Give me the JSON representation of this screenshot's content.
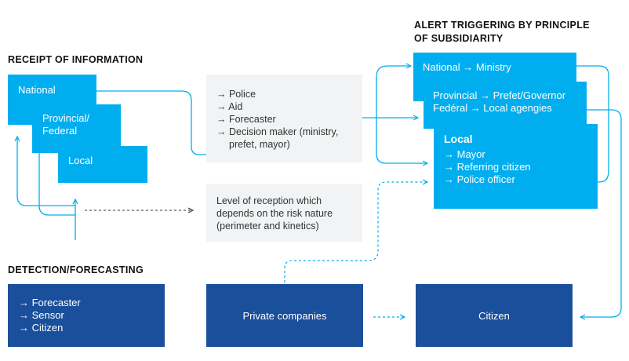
{
  "headings": {
    "receipt": "RECEIPT OF INFORMATION",
    "detection": "DETECTION/FORECASTING",
    "alert_line1": "ALERT TRIGGERING BY PRINCIPLE",
    "alert_line2": "OF SUBSIDIARITY"
  },
  "receipt_levels": {
    "national": "National",
    "provincial_line1": "Provincial/",
    "provincial_line2": "Federal",
    "local": "Local"
  },
  "receivers": {
    "items": [
      "→ Police",
      "→ Aid",
      "→ Forecaster",
      "→ Decision maker (ministry,",
      "prefet, mayor)"
    ]
  },
  "reception_note": {
    "lines": [
      "Level of reception which",
      "depends on the risk nature",
      "(perimeter and kinetics)"
    ]
  },
  "alert_levels": {
    "national": "National  →  Ministry",
    "provincial_line1": "Provincial  →  Prefet/Governor",
    "provincial_line2": "Fedéral  →  Local agengies",
    "local_title": "Local",
    "local_items": [
      "→ Mayor",
      "→ Referring citizen",
      "→ Police officer"
    ]
  },
  "detection_sources": {
    "items": [
      "→ Forecaster",
      "→ Sensor",
      "→ Citizen"
    ]
  },
  "private_companies": "Private companies",
  "citizen": "Citizen",
  "colors": {
    "light_blue": "#00aeef",
    "dark_blue": "#1a4f9c",
    "grey_box": "#f1f3f4",
    "connector": "#00aeef"
  }
}
